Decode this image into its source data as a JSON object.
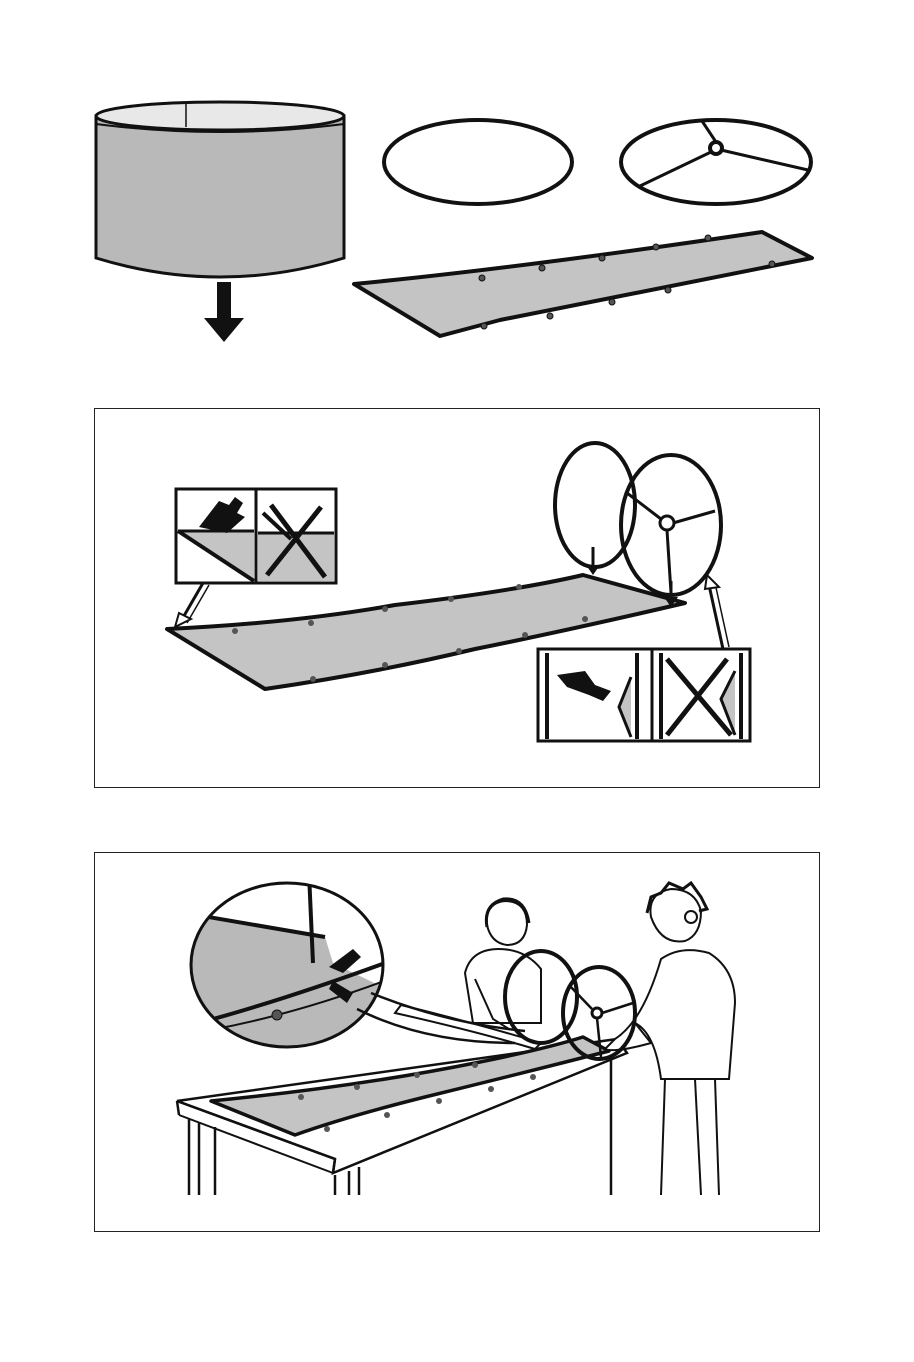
{
  "page": {
    "background": "#ffffff",
    "ink": "#111111",
    "fabric_fill": "#c4c4c4",
    "shade_fill": "#b9b9b9"
  },
  "steps": [
    {
      "id": "step-1",
      "parts": [
        "assembled-shade",
        "down-arrow",
        "plain-ring",
        "spoked-ring",
        "fabric-panel"
      ]
    },
    {
      "id": "step-2",
      "insets": [
        {
          "id": "inset-left",
          "correct": "hand-folding-fabric-edge-icon",
          "wrong": "crossed-out-fabric-edge-icon"
        },
        {
          "id": "inset-right",
          "correct": "hand-holding-ring-on-edge-icon",
          "wrong": "crossed-out-ring-on-edge-icon"
        }
      ]
    },
    {
      "id": "step-3",
      "figures": [
        "table",
        "woman-figure",
        "man-figure",
        "rings-on-fabric",
        "magnified-detail-bubble"
      ]
    }
  ]
}
